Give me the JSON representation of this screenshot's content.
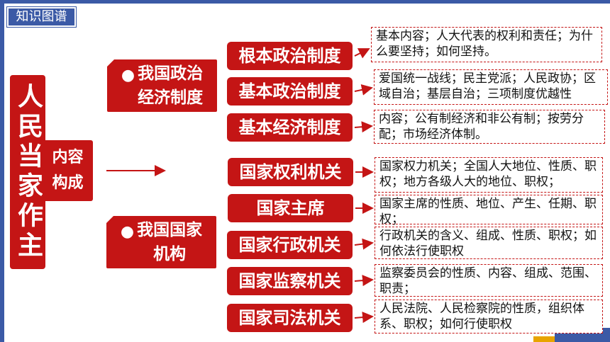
{
  "section_tag": "知识图谱",
  "title": "人民当家作主",
  "middle": "内容\n构成",
  "categories": [
    {
      "label": "我国政治\n经济制度"
    },
    {
      "label": "我国国家\n机构"
    }
  ],
  "items": [
    {
      "label": "根本政治制度",
      "note": "基本内容；人大代表的权利和责任；为什么要坚持；如何坚持。"
    },
    {
      "label": "基本政治制度",
      "note": "爱国统一战线；民主党派；人民政协；区域自治；基层自治；三项制度优越性"
    },
    {
      "label": "基本经济制度",
      "note": "内容；公有制经济和非公有制；按劳分配；市场经济体制。"
    },
    {
      "label": "国家权利机关",
      "note": "国家权力机关；全国人大地位、性质、职权；地方各级人大的地位、职权；"
    },
    {
      "label": "国家主席",
      "note": "国家主席的性质、地位、产生、任期、职权；"
    },
    {
      "label": "国家行政机关",
      "note": "行政机关的含义、组成、性质、职权；如何依法行使职权"
    },
    {
      "label": "国家监察机关",
      "note": "监察委员会的性质、内容、组成、范围、职责；"
    },
    {
      "label": "国家司法机关",
      "note": "人民法院、人民检察院的性质，组织体系、职权；如何行使职权"
    }
  ],
  "colors": {
    "accent_red": "#c41515",
    "accent_blue": "#3b5aa6"
  }
}
